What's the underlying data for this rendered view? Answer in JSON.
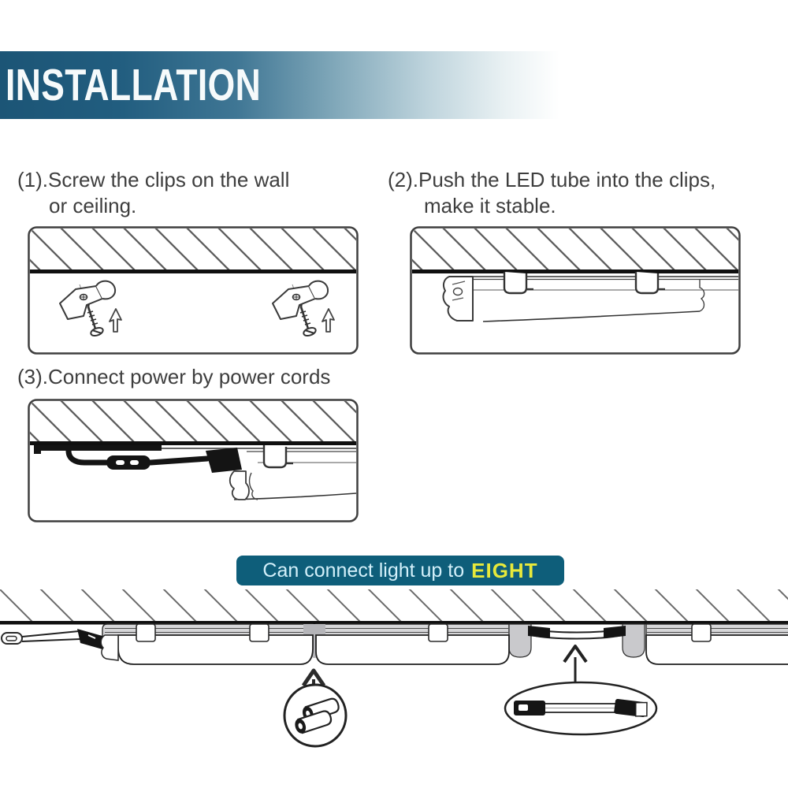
{
  "header": {
    "title": "INSTALLATION",
    "bg_start_color": "#1c5576",
    "bg_end_color": "#ffffff",
    "text_color": "#f6fafb"
  },
  "steps": [
    {
      "line1": "(1).Screw the clips on the wall",
      "line2": "or ceiling.",
      "illustration": "clips-screwed-to-ceiling"
    },
    {
      "line1": "(2).Push the LED tube into the clips,",
      "line2": "make it stable.",
      "illustration": "led-tube-pushed-into-clips"
    },
    {
      "line1": "(3).Connect power by power cords",
      "line2": "",
      "illustration": "power-cord-connection"
    }
  ],
  "banner": {
    "text": "Can connect light up to",
    "highlight": "EIGHT",
    "bg_color": "#0e5e7a",
    "text_color": "#d3f0fa",
    "highlight_color": "#e7e93b"
  },
  "bottom_illustration": {
    "name": "eight-lights-connected-in-row",
    "callouts": [
      {
        "icon": "pin-connector-icon"
      },
      {
        "icon": "link-cable-icon"
      }
    ]
  },
  "colors": {
    "text_gray": "#3e3e3e",
    "line_dark": "#101010",
    "hatch_gray": "#5d5d5d",
    "rail_gray": "#d6d6d8"
  }
}
